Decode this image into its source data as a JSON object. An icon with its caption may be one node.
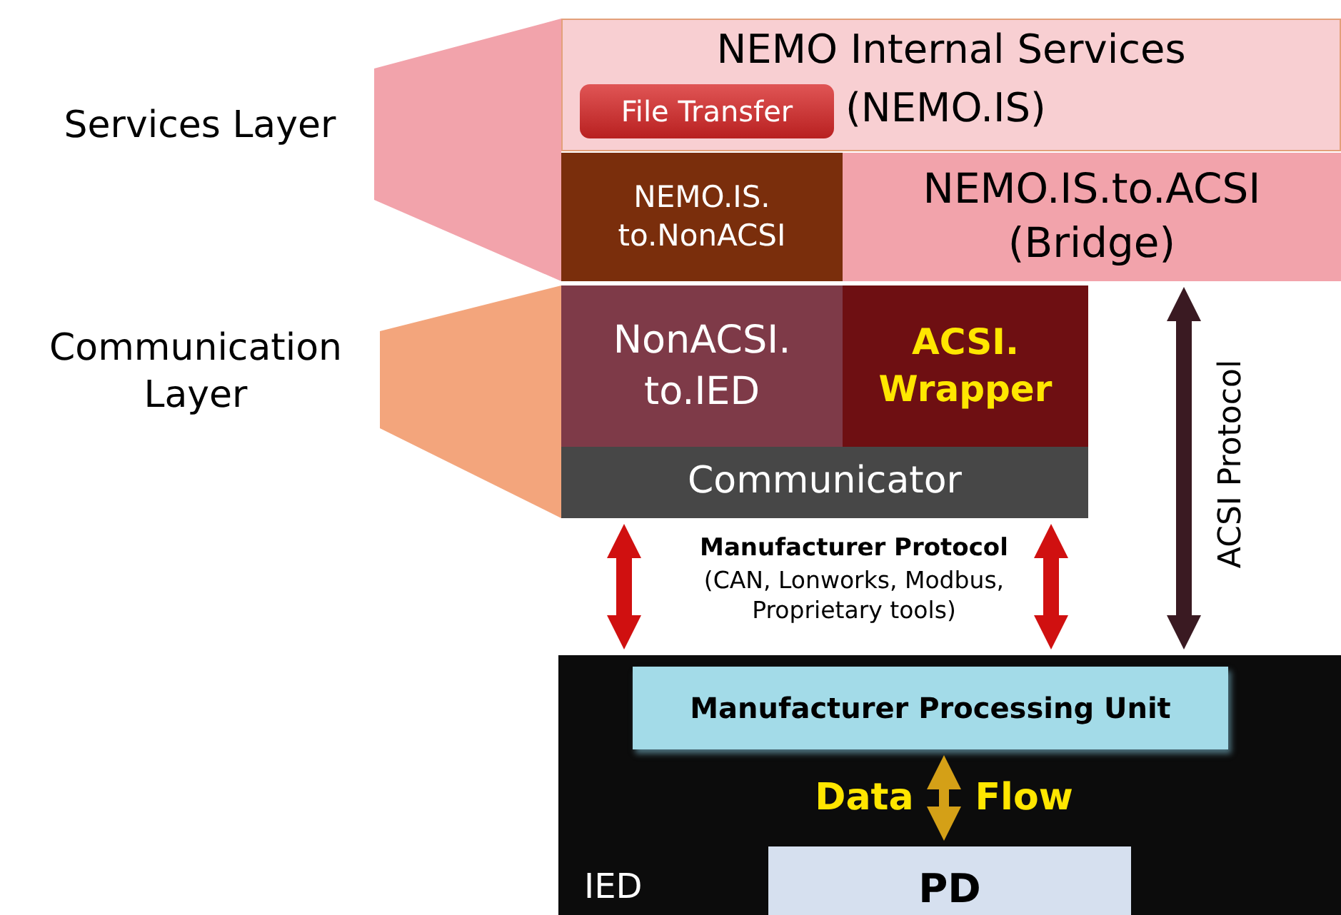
{
  "diagram": {
    "nodes": [
      {
        "text": [
          "NEMO Internal Services",
          "(NEMO.IS)"
        ]
      },
      {
        "text": [
          "File Transfer"
        ],
        "in": 0
      },
      {
        "text": [
          "NEMO.IS. to.NonACSI"
        ]
      },
      {
        "text": [
          "NEMO.IS.to.ACSI (Bridge)"
        ]
      },
      {
        "text": [
          "NonACSI. to.IED"
        ]
      },
      {
        "text": [
          "ACSI. Wrapper"
        ]
      },
      {
        "text": [
          "Communicator"
        ]
      },
      {
        "text": [
          "IED"
        ]
      },
      {
        "text": [
          "Manufacturer Processing Unit"
        ],
        "in": 7
      },
      {
        "text": [
          "PD"
        ],
        "in": 7
      },
      {
        "text": [],
        "shape": "trapezoid"
      },
      {
        "text": [],
        "shape": "trapezoid"
      }
    ],
    "edges": [
      {
        "from": 6,
        "to": 7,
        "arrow": "both",
        "color": "#d01010"
      },
      {
        "from": 6,
        "to": 7,
        "arrow": "both",
        "color": "#d01010"
      },
      {
        "from": 3,
        "to": 7,
        "arrow": "both",
        "label": "ACSI Protocol",
        "color": "#3a1a22"
      },
      {
        "from": 8,
        "to": 9,
        "arrow": "both",
        "label": "Data Flow",
        "color": "#d4a017"
      }
    ],
    "labels": [
      "Services Layer",
      "Communication Layer",
      "Manufacturer Protocol",
      "(CAN, Lonworks, Modbus, Proprietary tools)"
    ]
  }
}
